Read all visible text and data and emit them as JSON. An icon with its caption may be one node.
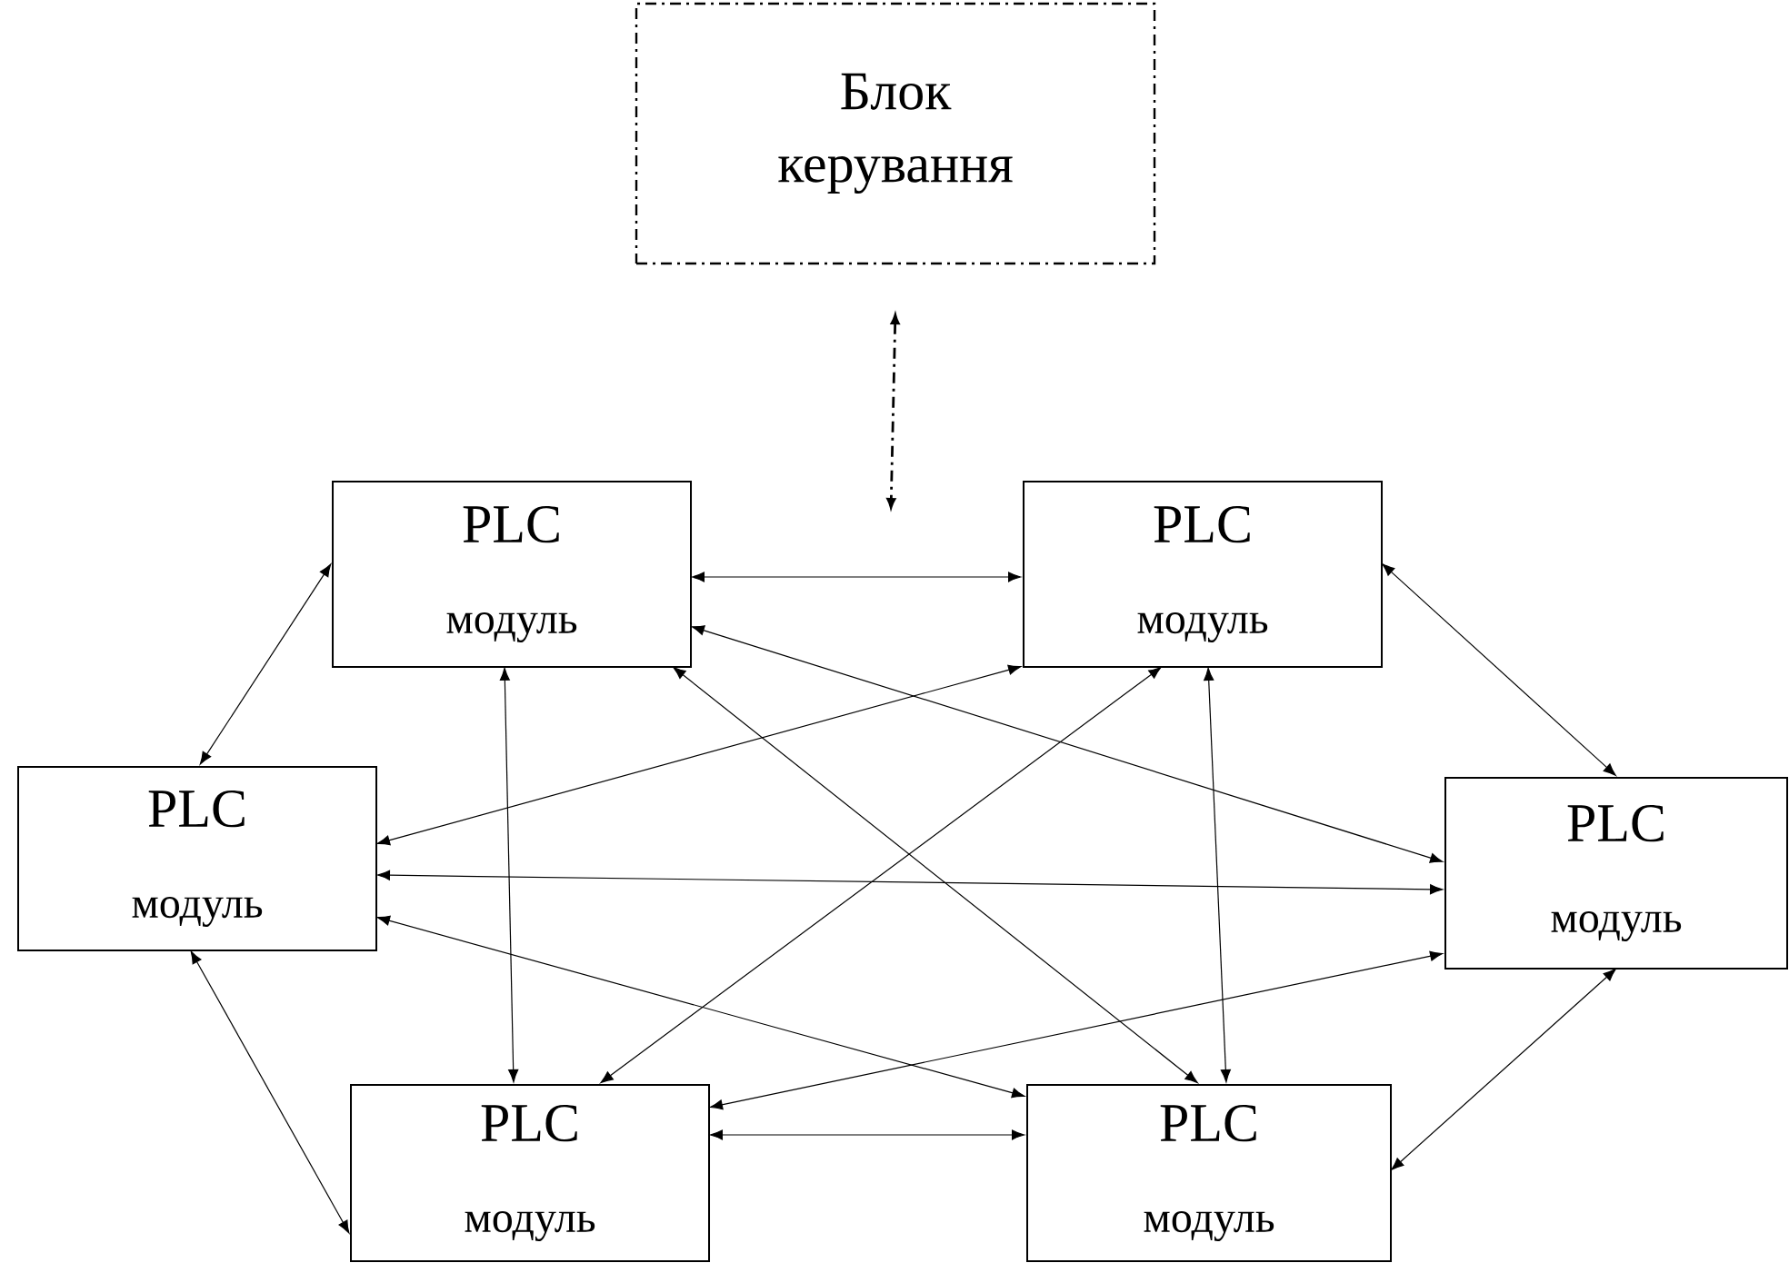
{
  "diagram": {
    "nodes": [
      {
        "text": [
          "Блок керування"
        ]
      },
      {
        "text": [
          "PLC",
          "модуль"
        ]
      },
      {
        "text": [
          "PLC",
          "модуль"
        ]
      },
      {
        "text": [
          "PLC",
          "модуль"
        ]
      },
      {
        "text": [
          "PLC",
          "модуль"
        ]
      },
      {
        "text": [
          "PLC",
          "модуль"
        ]
      },
      {
        "text": [
          "PLC",
          "модуль"
        ]
      }
    ],
    "edges": [
      {
        "from": 0,
        "to": null,
        "arrow": "both",
        "style": "dashed"
      },
      {
        "from": 1,
        "to": 2,
        "arrow": "both"
      },
      {
        "from": 1,
        "to": 3,
        "arrow": "both"
      },
      {
        "from": 1,
        "to": 5,
        "arrow": "both"
      },
      {
        "from": 1,
        "to": 4,
        "arrow": "both"
      },
      {
        "from": 1,
        "to": 6,
        "arrow": "both"
      },
      {
        "from": 2,
        "to": 3,
        "arrow": "both"
      },
      {
        "from": 2,
        "to": 4,
        "arrow": "both"
      },
      {
        "from": 2,
        "to": 5,
        "arrow": "both"
      },
      {
        "from": 2,
        "to": 6,
        "arrow": "both"
      },
      {
        "from": 3,
        "to": 4,
        "arrow": "both"
      },
      {
        "from": 3,
        "to": 5,
        "arrow": "both"
      },
      {
        "from": 3,
        "to": 6,
        "arrow": "both"
      },
      {
        "from": 4,
        "to": 5,
        "arrow": "both"
      },
      {
        "from": 4,
        "to": 6,
        "arrow": "both"
      },
      {
        "from": 5,
        "to": 6,
        "arrow": "both"
      }
    ]
  }
}
